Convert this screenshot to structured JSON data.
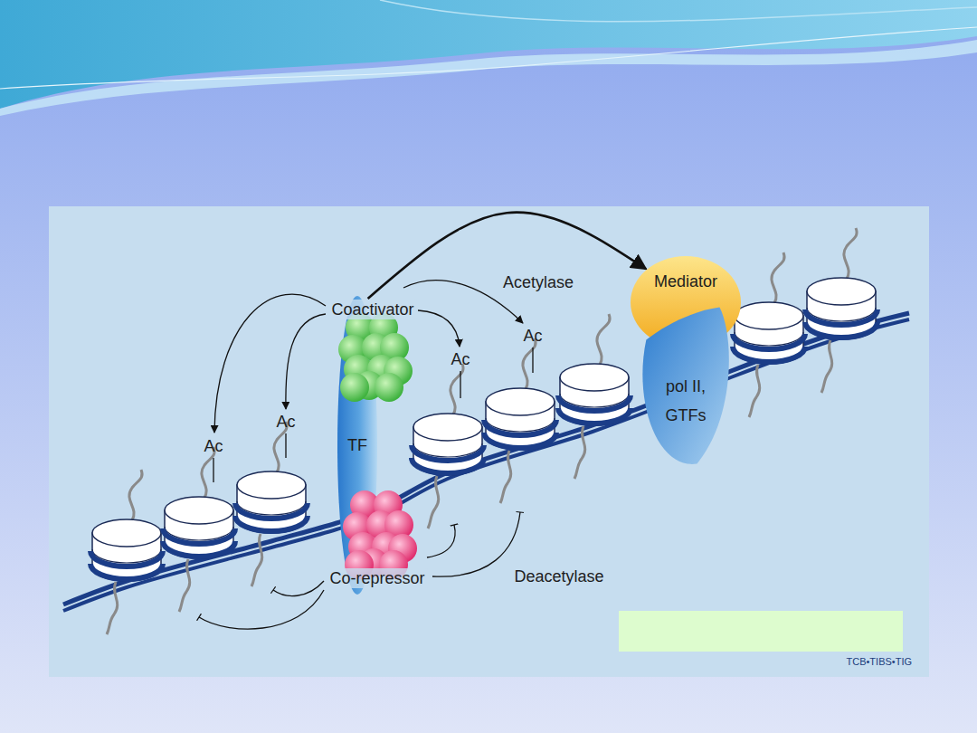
{
  "diagram": {
    "nodes": [
      {
        "text": [
          "TF"
        ]
      },
      {
        "text": [
          "Coactivator"
        ]
      },
      {
        "text": [
          "Co-repressor"
        ]
      },
      {
        "text": [
          "Mediator"
        ]
      },
      {
        "text": [
          "pol II, GTFs"
        ]
      }
    ],
    "edges": [
      {
        "from": 1,
        "to": 3,
        "arrow": "to"
      }
    ],
    "labels": [
      "Acetylase",
      "Deacetylase",
      "Ac",
      "Ac",
      "Ac",
      "Ac",
      "TCB•TIBS•TIG"
    ]
  }
}
